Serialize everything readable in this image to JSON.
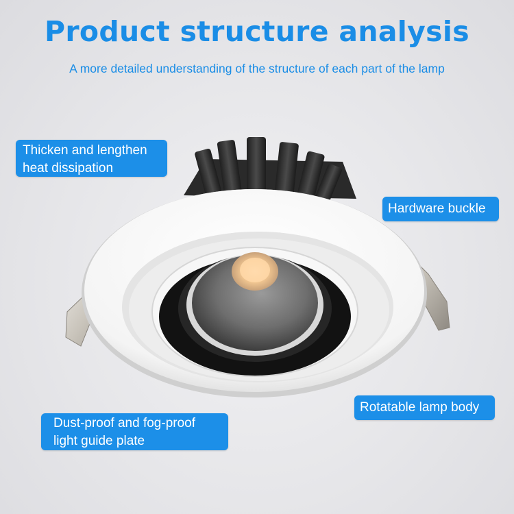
{
  "header": {
    "title": "Product structure analysis",
    "subtitle": "A more detailed understanding of the structure of each part of the lamp"
  },
  "callouts": {
    "heat": {
      "line1": "Thicken and lengthen",
      "line2": "heat dissipation"
    },
    "buckle": {
      "label": "Hardware buckle"
    },
    "rotatable": {
      "label": "Rotatable lamp body"
    },
    "dust": {
      "line1": "Dust-proof and fog-proof",
      "line2": "light guide plate"
    }
  },
  "colors": {
    "title": "#1a8de6",
    "subtitle": "#1a8de6",
    "callout_bg": "#1c8fe8"
  }
}
